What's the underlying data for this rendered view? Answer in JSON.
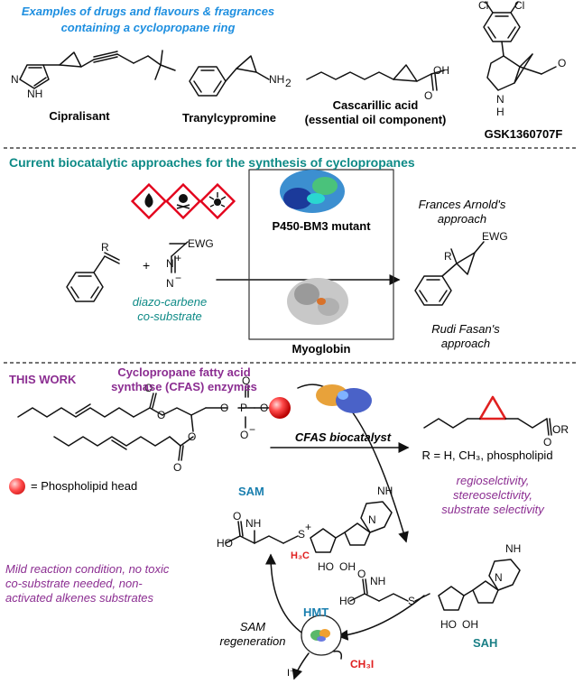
{
  "section1": {
    "title_line1": "Examples of drugs and flavours & fragrances",
    "title_line2": "containing a cyclopropane ring",
    "compounds": {
      "cipralisant": "Cipralisant",
      "tranylcypromine": "Tranylcypromine",
      "cascarillic_line1": "Cascarillic acid",
      "cascarillic_line2": "(essential oil component)",
      "gsk": "GSK1360707F"
    }
  },
  "section2": {
    "title": "Current biocatalytic approaches for the synthesis of cyclopropanes",
    "reagent_group": "EWG",
    "substituent_r": "R",
    "plus": "+",
    "diazo_line1": "diazo-carbene",
    "diazo_line2": "co-substrate",
    "enzyme1": "P450-BM3 mutant",
    "enzyme2": "Myoglobin",
    "arnold_line1": "Frances Arnold's",
    "arnold_line2": "approach",
    "fasan_line1": "Rudi Fasan's",
    "fasan_line2": "approach",
    "product_r": "R",
    "product_ewg": "EWG"
  },
  "section3": {
    "this_work": "THIS WORK",
    "cfas_line1": "Cyclopropane fatty acid",
    "cfas_line2": "synthase (CFAS) enzymes",
    "catalyst": "CFAS biocatalyst",
    "product_r_def": "R = H, CH₃, phospholipid",
    "selectivity_line1": "regioselctivity,",
    "selectivity_line2": "stereoselctivity,",
    "selectivity_line3": "substrate selectivity",
    "legend": "= Phospholipid head",
    "mild_line1": "Mild reaction condition, no toxic",
    "mild_line2": "co-substrate needed, non-",
    "mild_line3": "activated alkenes substrates",
    "sam": "SAM",
    "sah": "SAH",
    "hmt": "HMT",
    "regen_line1": "SAM",
    "regen_line2": "regeneration",
    "ch3i": "CH₃I",
    "iodide": "I⁻",
    "h3c": "H₃C",
    "ester_r": "OR"
  },
  "colors": {
    "title_blue": "#1e8fe0",
    "teal": "#0d8a86",
    "purple": "#8b2d91",
    "red_bond": "#e02020",
    "hazard_red": "#e3001b"
  }
}
